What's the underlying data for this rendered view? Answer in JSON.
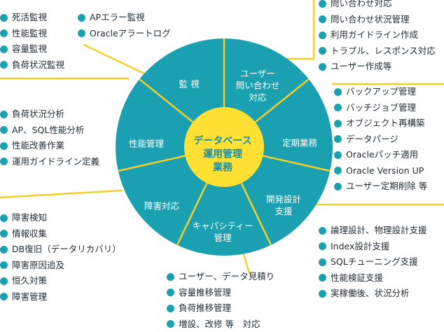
{
  "colors": {
    "wheel": "#1aa0b0",
    "center": "#ffe033",
    "line": "#f3cf2a",
    "bullet": "#1aa0b0",
    "center_text": "#1f8fa0"
  },
  "center": {
    "lines": [
      "データベース",
      "運用管理",
      "業務"
    ]
  },
  "segments": [
    {
      "id": "monitoring",
      "lines": [
        "監 視"
      ]
    },
    {
      "id": "user-inquiry",
      "lines": [
        "ユーザー",
        "問い合わせ",
        "対応"
      ]
    },
    {
      "id": "periodic",
      "lines": [
        "定期業務"
      ]
    },
    {
      "id": "dev-design",
      "lines": [
        "開発設計",
        "支援"
      ]
    },
    {
      "id": "capacity",
      "lines": [
        "キャパシティー",
        "管理"
      ]
    },
    {
      "id": "incident",
      "lines": [
        "障害対応"
      ]
    },
    {
      "id": "performance",
      "lines": [
        "性能管理"
      ]
    }
  ],
  "lists": {
    "monitoring_a": [
      "死活監視",
      "性能監視",
      "容量監視",
      "負荷状況監視"
    ],
    "monitoring_b": [
      "APエラー監視",
      "Oracleアラートログ"
    ],
    "user_inquiry": [
      "問い合わせ対応",
      "問い合わせ状況管理",
      "利用ガイドライン作成",
      "トラブル、レスポンス対応",
      "ユーザー作成等"
    ],
    "periodic": [
      "バックアップ管理",
      "バッチジョブ管理",
      "オブジェクト再構築",
      "データパージ",
      "Oracleパッチ適用",
      "Oracle Version UP",
      "ユーザー定期削除 等"
    ],
    "performance": [
      "負荷状況分析",
      "AP、SQL性能分析",
      "性能改善作業",
      "運用ガイドライン定義"
    ],
    "incident": [
      "障害検知",
      "情報収集",
      "DB復旧（データリカバリ）",
      "障害原因追及",
      "恒久対策",
      "障害管理"
    ],
    "dev_design": [
      "論理設計、物理設計支援",
      "Index設計支援",
      "SQLチューニング支援",
      "性能検証支援",
      "実稼働後、状況分析"
    ],
    "capacity": [
      "ユーザー、データ見積り",
      "容量推移管理",
      "負荷推移管理",
      "増設、改修 等　対応"
    ]
  }
}
